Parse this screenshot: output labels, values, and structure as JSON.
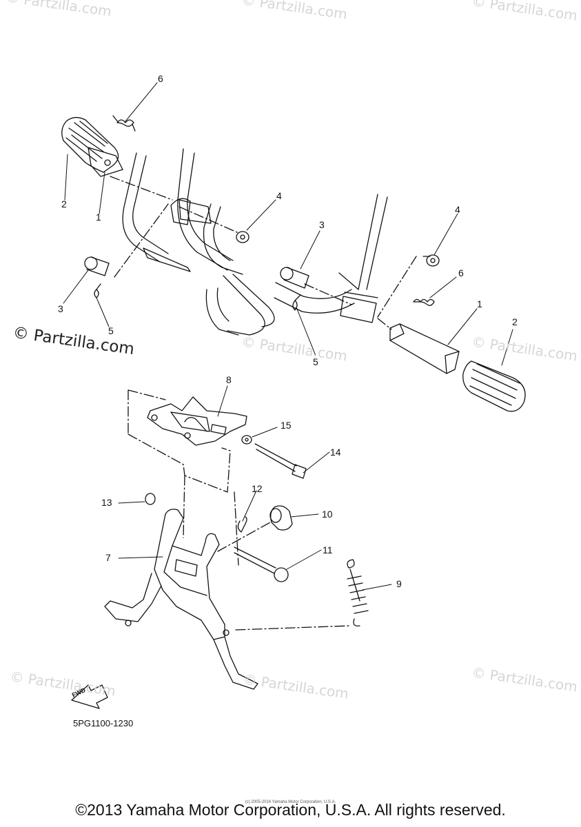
{
  "watermarks": [
    "© Partzilla.com",
    "© Partzilla.com",
    "© Partzilla.com",
    "© Partzilla.com",
    "© Partzilla.com",
    "© Partzilla.com",
    "© Partzilla.com",
    "© Partzilla.com"
  ],
  "watermark_main": "© Partzilla.com",
  "callouts": [
    "6",
    "2",
    "1",
    "4",
    "3",
    "3",
    "5",
    "4",
    "6",
    "1",
    "2",
    "5",
    "8",
    "15",
    "14",
    "13",
    "12",
    "10",
    "7",
    "11",
    "9"
  ],
  "diagram_code": "5PG1100-1230",
  "fwd_label": "FWD",
  "fine_print": "(c) 2005-2016 Yamaha Motor Corporation, U.S.A.",
  "copyright": "©2013 Yamaha Motor Corporation, U.S.A. All rights reserved."
}
